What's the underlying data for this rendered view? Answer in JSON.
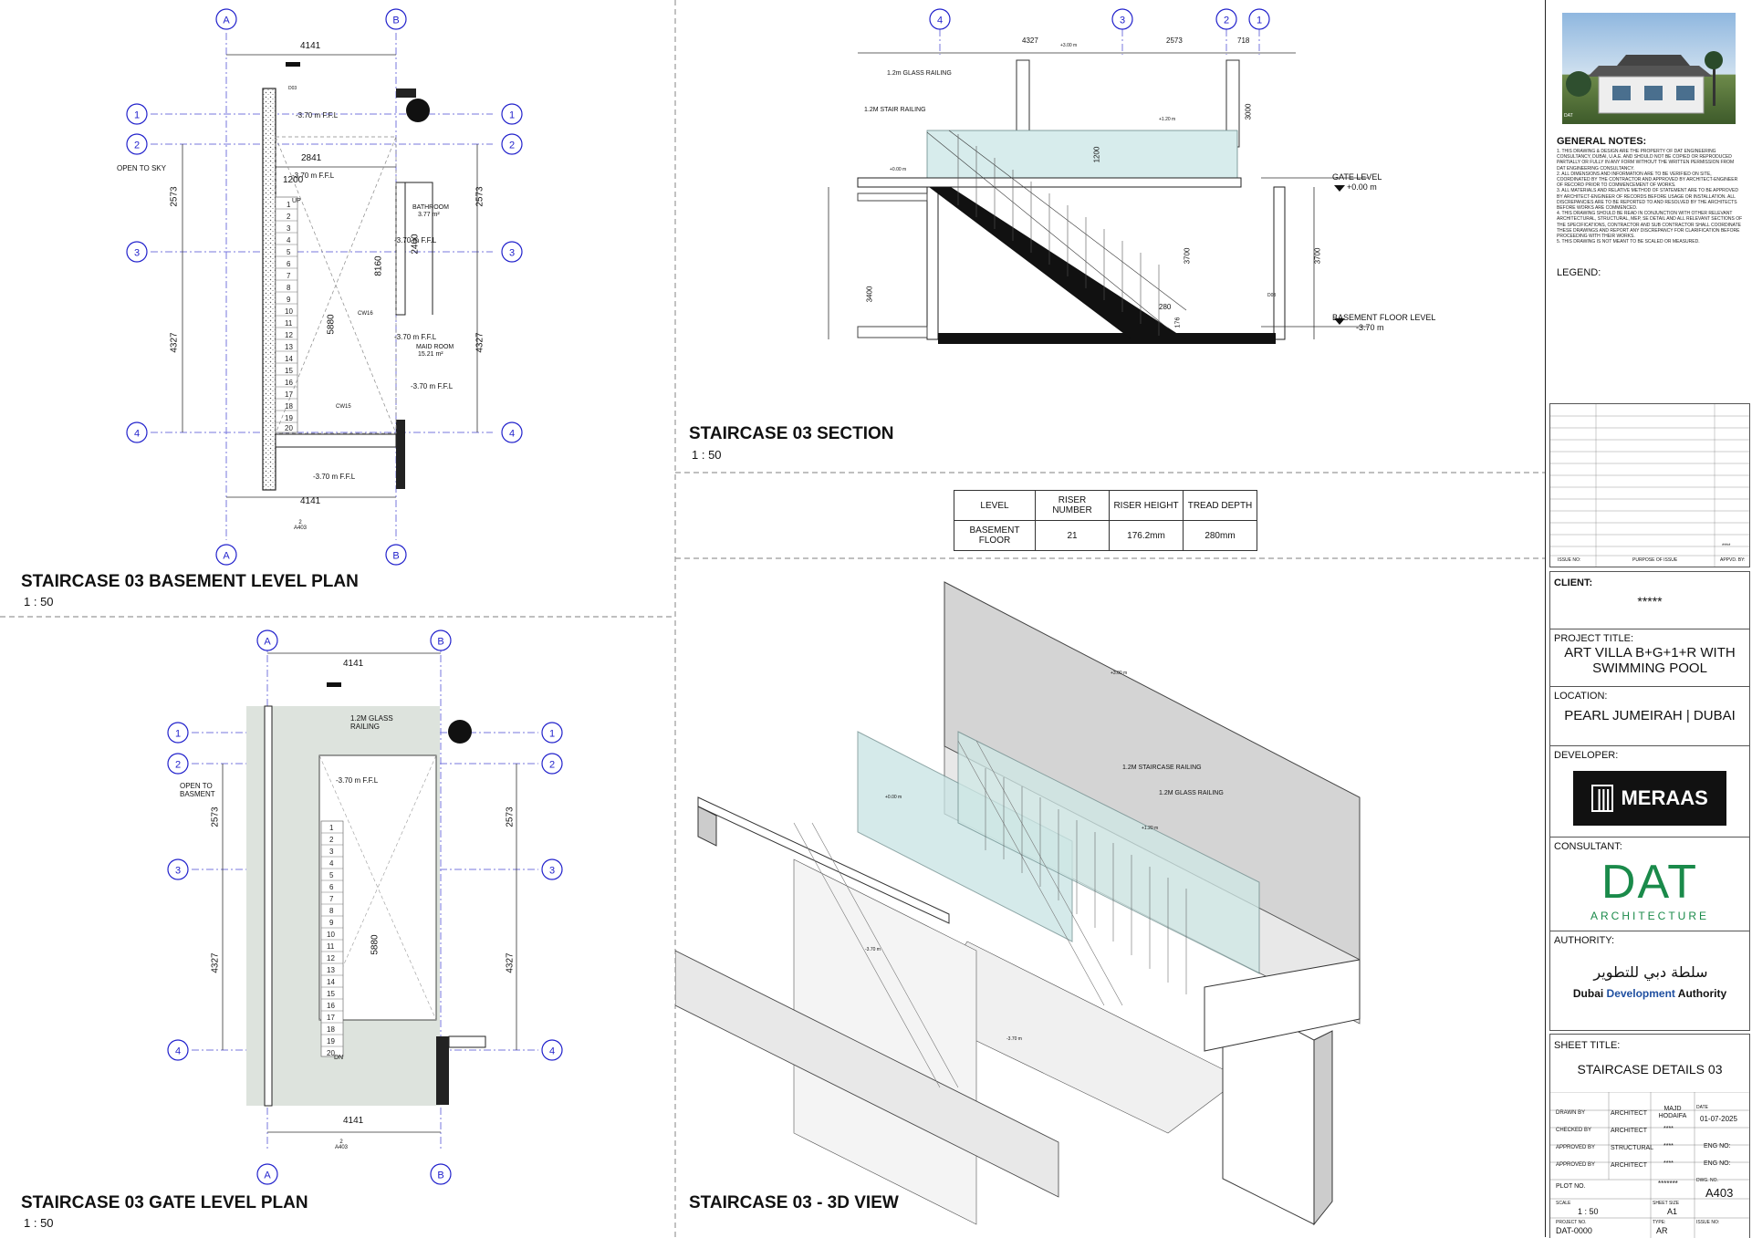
{
  "views": {
    "basement_plan": {
      "title": "STAIRCASE 03 BASEMENT LEVEL PLAN",
      "scale": "1 : 50"
    },
    "gate_plan": {
      "title": "STAIRCASE 03 GATE LEVEL PLAN",
      "scale": "1 : 50"
    },
    "section": {
      "title": "STAIRCASE 03 SECTION",
      "scale": "1 : 50"
    },
    "view3d": {
      "title": "STAIRCASE 03 - 3D VIEW"
    }
  },
  "grids": {
    "a": "A",
    "b": "B",
    "g1": "1",
    "g2": "2",
    "g3": "3",
    "g4": "4"
  },
  "plan_dims": {
    "width": "4141",
    "d2573": "2573",
    "d4327": "4327",
    "d2841": "2841",
    "d1200": "1200",
    "d8160": "8160",
    "d5880": "5880",
    "d2400": "2400"
  },
  "plan_text": {
    "open_to_sky": "OPEN TO SKY",
    "level_m370": "-3.70 m F.F.L",
    "bathroom": "BATHROOM",
    "bathroom_area": "3.77 m²",
    "maid_room": "MAID ROOM",
    "maid_area": "15.21 m²",
    "cw16": "CW16",
    "cw15": "CW15",
    "d03": "D03",
    "up": "UP",
    "dn": "DN",
    "section_mark": "2",
    "section_sheet": "A403",
    "glass_railing": "1.2M GLASS",
    "railing": "RAILING",
    "open_to": "OPEN TO",
    "basment": "BASMENT"
  },
  "section_text": {
    "glass_railing": "1.2m GLASS RAILING",
    "stair_railing": "1.2M STAIR RAILING",
    "gate_level": "GATE LEVEL",
    "gate_level_value": "+0.00 m",
    "basement_level": "BASEMENT FLOOR LEVEL",
    "basement_level_value": "-3.70 m",
    "d4327": "4327",
    "d2573": "2573",
    "d718": "718",
    "d3000": "3000",
    "d1200": "1200",
    "d3400": "3400",
    "d3700": "3700",
    "d280": "280",
    "d176": "176",
    "lvl_300": "+3.00 m",
    "lvl_120": "+1.20 m",
    "lvl_000": "+0.00 m",
    "d03": "D03"
  },
  "view3d_text": {
    "staircase_railing": "1.2M STAIRCASE RAILING",
    "glass_railing": "1.2M GLASS RAILING",
    "lvl_300": "+3.00 m",
    "lvl_120": "+1.20 m",
    "lvl_000": "+0.00 m",
    "lvl_m370a": "-3.70 m",
    "lvl_m370b": "-3.70 m"
  },
  "riser_table": {
    "headers": [
      "LEVEL",
      "RISER NUMBER",
      "RISER HEIGHT",
      "TREAD DEPTH"
    ],
    "row": [
      "BASEMENT FLOOR",
      "21",
      "176.2mm",
      "280mm"
    ]
  },
  "title_block": {
    "image_caption": "DAT",
    "general_notes_title": "GENERAL NOTES:",
    "notes": [
      "THIS DRAWING & DESIGN ARE THE PROPERTY OF DAT ENGINEERING CONSULTANCY, DUBAI, U.A.E. AND SHOULD NOT BE COPIED OR REPRODUCED PARTIALLY OR FULLY IN ANY FORM WITHOUT THE WRITTEN PERMISSION FROM DAT ENGINEERING CONSULTANCY.",
      "ALL DIMENSIONS AND INFORMATION ARE TO BE VERIFIED ON SITE, COORDINATED BY THE CONTRACTOR AND APPROVED BY ARCHITECT-ENGINEER OF RECORD PRIOR TO COMMENCEMENT OF WORKS.",
      "ALL MATERIALS AND RELATIVE METHOD OF STATEMENT ARE TO BE APPROVED BY ARCHITECT-ENGINEER OF RECORDS BEFORE USAGE OR INSTALLATION. ALL DISCREPANCIES ARE TO BE REPORTED TO AND RESOLVED BY THE ARCHITECTS BEFORE WORKS ARE COMMENCED.",
      "THIS DRAWING SHOULD BE READ IN CONJUNCTION WITH OTHER RELEVANT ARCHITECTURAL, STRUCTURAL, MEP, SE DETAIL AND ALL RELEVANT SECTIONS OF THE SPECIFICATIONS, CONTRACTOR AND SUB CONTRACTOR SHALL COORDINATE THESE DRAWINGS AND REPORT ANY DISCREPANCY FOR CLARIFICATION BEFORE PROCEEDING WITH THEIR WORKS.",
      "THIS DRAWING IS NOT MEANT TO BE SCALED OR MEASURED."
    ],
    "legend_title": "LEGEND:",
    "rev_issue_no": "ISSUE NO:",
    "rev_purpose": "PURPOSE OF ISSUE",
    "rev_apprvd": "APPVD. BY:",
    "rev_mark": "****",
    "client_label": "CLIENT:",
    "client_value": "*****",
    "project_label": "PROJECT TITLE:",
    "project_value": "ART VILLA B+G+1+R WITH SWIMMING POOL",
    "location_label": "LOCATION:",
    "location_value": "PEARL JUMEIRAH | DUBAI",
    "developer_label": "DEVELOPER:",
    "developer_logo": "MERAAS",
    "consultant_label": "CONSULTANT:",
    "consultant_logo": "DAT",
    "consultant_sub": "ARCHITECTURE",
    "authority_label": "AUTHORITY:",
    "authority_arabic": "سلطة دبي للتطوير",
    "authority_en_a": "Dubai ",
    "authority_en_b": "Development",
    "authority_en_c": " Authority",
    "sheet_title_label": "SHEET TITLE:",
    "sheet_title_value": "STAIRCASE DETAILS 03",
    "drawn_by": "DRAWN BY",
    "checked_by": "CHECKED BY",
    "approved_by1": "APPROVED BY",
    "approved_by2": "APPROVED BY",
    "architect": "ARCHITECT",
    "structural": "STRUCTURAL",
    "drawn_name": "MAJD HODAIFA",
    "stars": "****",
    "date_label": "DATE",
    "date_value": "01-07-2025",
    "eng_no": "ENG NO:",
    "plot_no_label": "PLOT NO.",
    "plot_no_value": "*******",
    "dwg_no_label": "DWG. NO.",
    "dwg_no_value": "A403",
    "scale_label": "SCALE",
    "scale_value": "1 : 50",
    "sheet_size_label": "SHEET SIZE",
    "sheet_size_value": "A1",
    "project_no_label": "PROJECT NO.",
    "project_no_value": "DAT-0000",
    "type_label": "TYPE:",
    "type_value": "AR",
    "issue_no_label": "ISSUE NO:"
  },
  "colors": {
    "grid_bubble": "#2222cc",
    "grid_line": "#7777dd",
    "dat_green": "#1a8a4a",
    "authority_blue": "#1f4fa0"
  }
}
